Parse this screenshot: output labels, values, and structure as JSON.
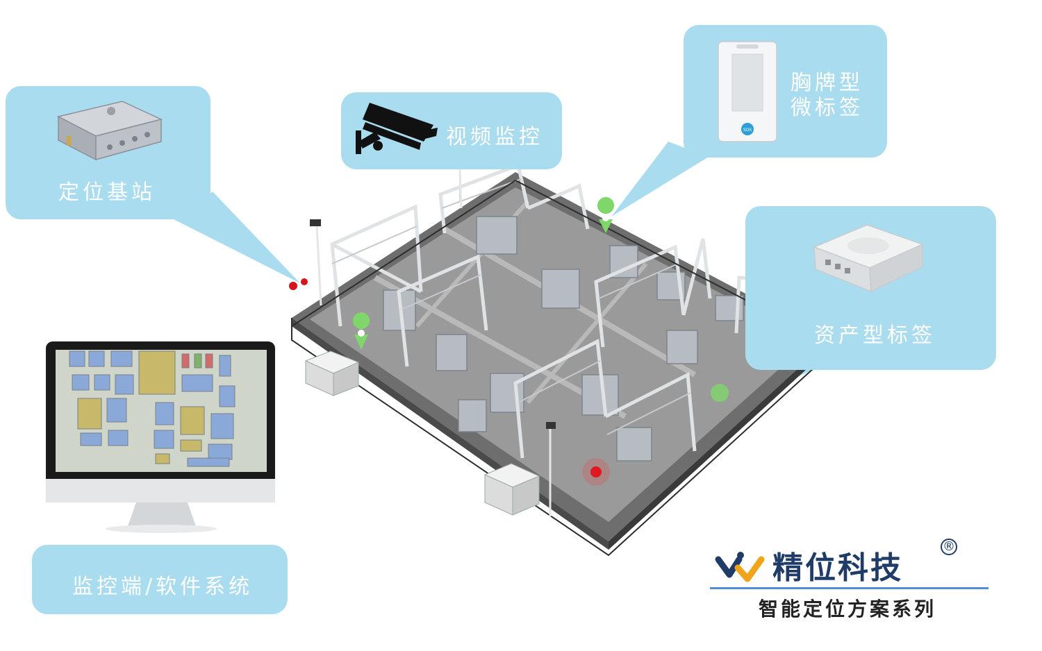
{
  "labels": {
    "base_station": "定位基站",
    "video": "视频监控",
    "badge_tag_line1": "胸牌型",
    "badge_tag_line2": "微标签",
    "asset_tag": "资产型标签",
    "monitor": "监控端/软件系统"
  },
  "badge_device": {
    "button_text": "SOS"
  },
  "brand": {
    "name": "精位科技",
    "registered": "®",
    "slogan": "智能定位方案系列"
  },
  "colors": {
    "callout": "#a9dcef",
    "brand_blue": "#1f3b68",
    "accent_line": "#4f8fd9",
    "marker_green": "#7fd66a",
    "marker_red": "#d6141c"
  }
}
